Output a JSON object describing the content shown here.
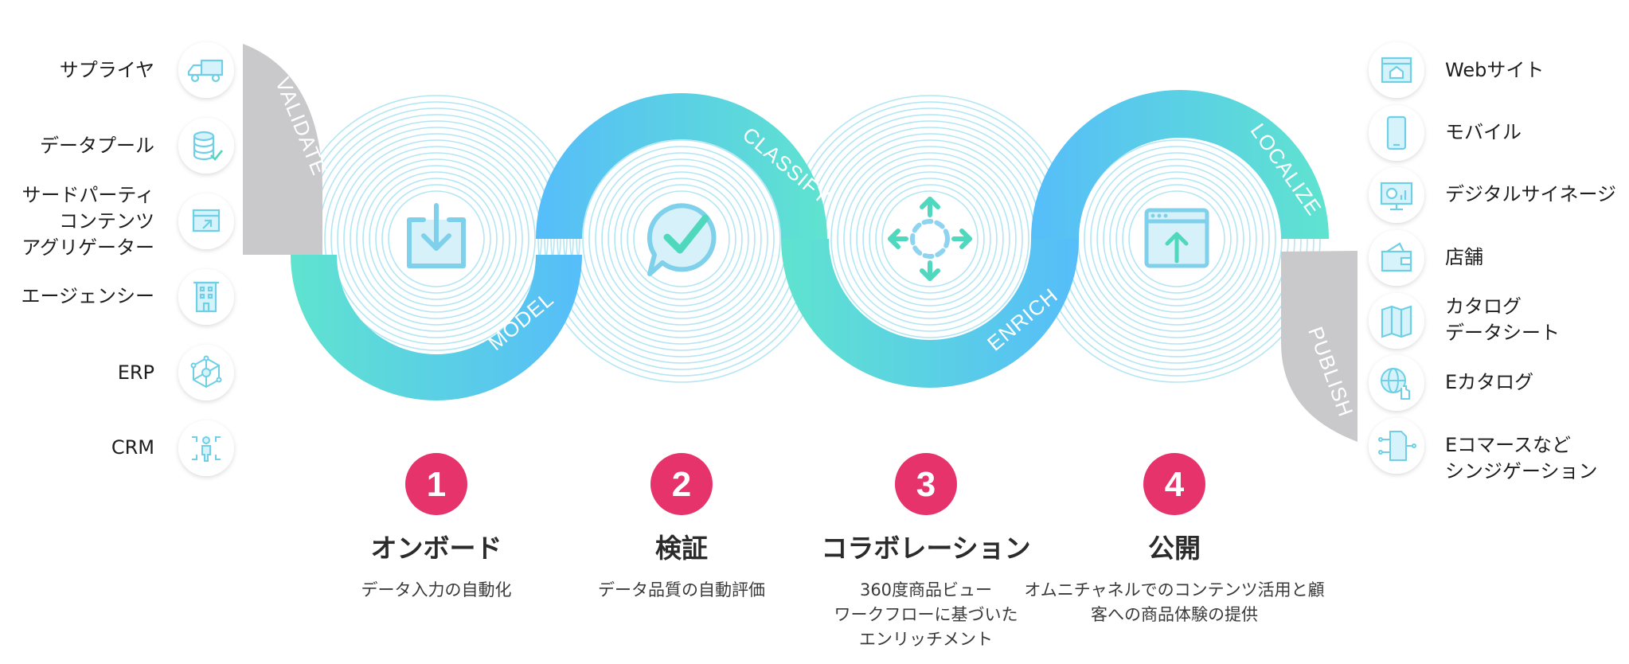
{
  "inputs": [
    {
      "label": "サプライヤ",
      "icon": "truck-icon"
    },
    {
      "label": "データプール",
      "icon": "database-check-icon"
    },
    {
      "label": "サードパーティ\nコンテンツ\nアグリゲーター",
      "icon": "browser-cursor-icon"
    },
    {
      "label": "エージェンシー",
      "icon": "building-icon"
    },
    {
      "label": "ERP",
      "icon": "network-hub-icon"
    },
    {
      "label": "CRM",
      "icon": "person-arrows-icon"
    }
  ],
  "outputs": [
    {
      "label": "Webサイト",
      "icon": "web-home-icon"
    },
    {
      "label": "モバイル",
      "icon": "smartphone-icon"
    },
    {
      "label": "デジタルサイネージ",
      "icon": "monitor-chart-icon"
    },
    {
      "label": "店舗",
      "icon": "wallet-store-icon"
    },
    {
      "label": "カタログ\nデータシート",
      "icon": "folded-map-icon"
    },
    {
      "label": "Eカタログ",
      "icon": "globe-hand-icon"
    },
    {
      "label": "Eコマースなど\nシンジゲーション",
      "icon": "document-circuit-icon"
    }
  ],
  "wave_labels": [
    "VALIDATE",
    "MODEL",
    "CLASSIFY",
    "ENRICH",
    "LOCALIZE",
    "PUBLISH"
  ],
  "stage_icons": [
    "download-tray-icon",
    "chat-check-icon",
    "expand-arrows-icon",
    "browser-upload-icon"
  ],
  "stages": [
    {
      "number": "1",
      "title": "オンボード",
      "desc": "データ入力の自動化"
    },
    {
      "number": "2",
      "title": "検証",
      "desc": "データ品質の自動評価"
    },
    {
      "number": "3",
      "title": "コラボレーション",
      "desc": "360度商品ビュー\nワークフローに基づいた\nエンリッチメント"
    },
    {
      "number": "4",
      "title": "公開",
      "desc": "オムニチャネルでのコンテンツ活用と顧\n客への商品体験の提供"
    }
  ],
  "colors": {
    "accent_pink": "#e6336c",
    "teal": "#5fe0cc",
    "blue": "#55bff8",
    "gray": "#c9c9cc",
    "ring": "#b3e6f3",
    "icon_line": "#6ecfe6",
    "icon_fill": "#d6f2fb"
  }
}
